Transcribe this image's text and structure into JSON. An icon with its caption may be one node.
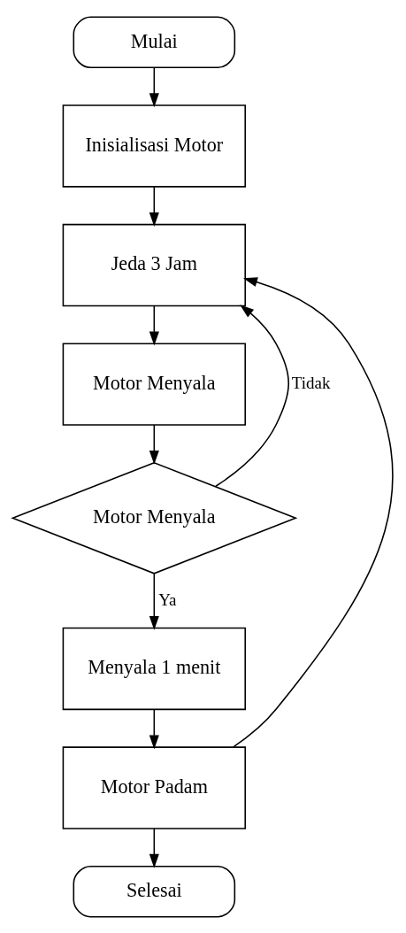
{
  "diagram": {
    "nodes": [
      {
        "text": [
          "Mulai"
        ]
      },
      {
        "text": [
          "Inisialisasi Motor"
        ]
      },
      {
        "text": [
          "Jeda 3 Jam"
        ]
      },
      {
        "text": [
          "Motor Menyala"
        ]
      },
      {
        "text": [
          "Motor Menyala"
        ]
      },
      {
        "text": [
          "Menyala 1 menit"
        ]
      },
      {
        "text": [
          "Motor Padam"
        ]
      },
      {
        "text": [
          "Selesai"
        ]
      }
    ],
    "edges": [
      {
        "from": 0,
        "to": 1,
        "arrow": "to"
      },
      {
        "from": 1,
        "to": 2,
        "arrow": "to"
      },
      {
        "from": 2,
        "to": 3,
        "arrow": "to"
      },
      {
        "from": 3,
        "to": 4,
        "arrow": "to"
      },
      {
        "from": 4,
        "to": 5,
        "arrow": "to",
        "label": "Ya"
      },
      {
        "from": 4,
        "to": 2,
        "arrow": "to",
        "label": "Tidak"
      },
      {
        "from": 5,
        "to": 6,
        "arrow": "to"
      },
      {
        "from": 6,
        "to": 7,
        "arrow": "to"
      },
      {
        "from": 6,
        "to": 2,
        "arrow": "to"
      }
    ]
  }
}
